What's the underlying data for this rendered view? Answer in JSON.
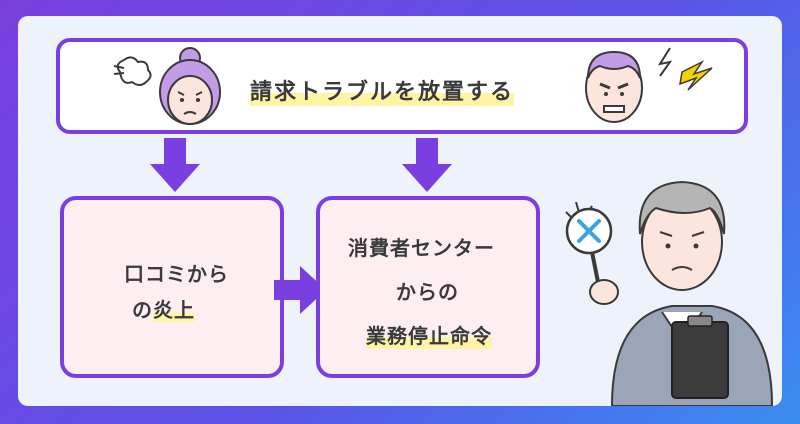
{
  "top": {
    "text": "請求トラブルを放置する"
  },
  "left_box": {
    "line1": "口コミから",
    "line2_plain": "の",
    "line2_hl": "炎上"
  },
  "mid_box": {
    "line1": "消費者センター",
    "line2": "からの",
    "line3": "業務停止命令"
  },
  "colors": {
    "accent": "#7a3fe0",
    "box_fill": "#fdeef2",
    "highlight": "#fff4a6",
    "bg": "#eef2fb"
  },
  "icons": [
    "puff-icon",
    "angry-woman-icon",
    "angry-man-icon",
    "lightning-icon",
    "worried-worker-icon",
    "cross-sign-icon"
  ]
}
